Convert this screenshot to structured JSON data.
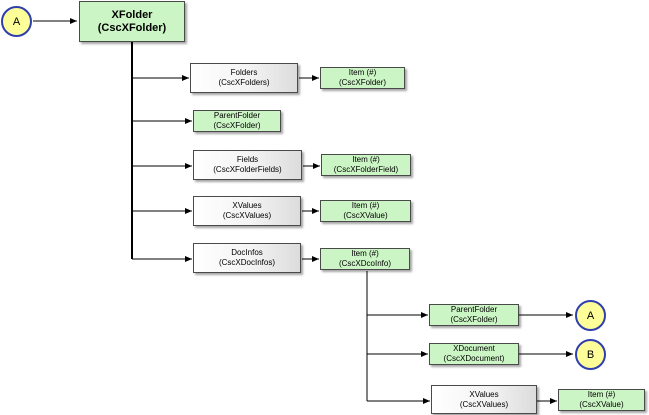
{
  "root": {
    "title": "XFolder",
    "subtitle": "(CscXFolder)"
  },
  "connectors": {
    "a_top": "A",
    "a_right": "A",
    "b_right": "B"
  },
  "nodes": {
    "folders": {
      "name": "Folders",
      "type": "(CscXFolders)"
    },
    "folders_item": {
      "name": "Item  (#)",
      "type": "(CscXFolder)"
    },
    "parent_folder": {
      "name": "ParentFolder",
      "type": "(CscXFolder)"
    },
    "fields": {
      "name": "Fields",
      "type": "(CscXFolderFields)"
    },
    "fields_item": {
      "name": "Item (#)",
      "type": "(CscXFolderField)"
    },
    "xvalues": {
      "name": "XValues",
      "type": "(CscXValues)"
    },
    "xvalues_item": {
      "name": "Item (#)",
      "type": "(CscXValue)"
    },
    "docinfos": {
      "name": "DocInfos",
      "type": "(CscXDocInfos)"
    },
    "docinfos_item": {
      "name": "Item (#)",
      "type": "(CscXDcoInfo)"
    },
    "doc_parent_folder": {
      "name": "ParentFolder",
      "type": "(CscXFolder)"
    },
    "doc_xdocument": {
      "name": "XDocument",
      "type": "(CscXDocument)"
    },
    "doc_xvalues": {
      "name": "XValues",
      "type": "(CscXValues)"
    },
    "doc_xvalues_item": {
      "name": "Item (#)",
      "type": "(CscXValue)"
    }
  },
  "colors": {
    "object_fill": "#ccf5c5",
    "collection_fill": "#dcdcdc",
    "connector_fill": "#ffff99",
    "connector_border": "#2f3fae"
  }
}
